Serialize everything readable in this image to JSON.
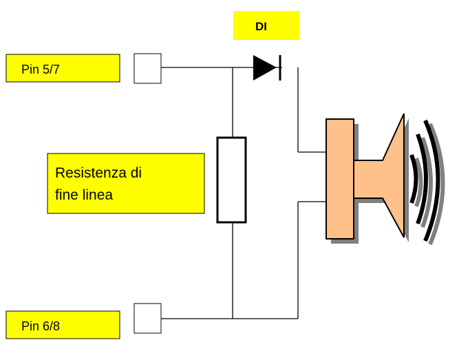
{
  "labels": {
    "diode": "DI",
    "pin_top": "Pin 5/7",
    "pin_bottom": "Pin 6/8",
    "resistor_line1": "Resistenza di",
    "resistor_line2": "fine linea"
  },
  "colors": {
    "label_fill": "#ffff00",
    "speaker_fill": "#ffc08a",
    "wire": "#000000",
    "shadow": "#808080"
  }
}
